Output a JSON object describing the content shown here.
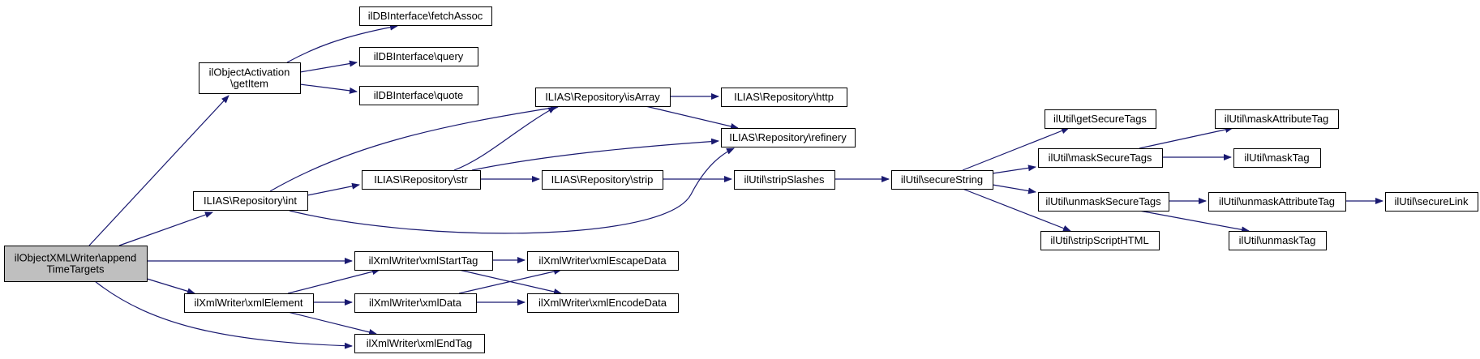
{
  "colors": {
    "edge": "#191970",
    "node_border": "#000000",
    "node_fill": "#ffffff",
    "root_fill": "#bfbfbf"
  },
  "nodes": {
    "root": [
      "ilObjectXMLWriter\\append",
      "TimeTargets"
    ],
    "getItem": [
      "ilObjectActivation",
      "\\getItem"
    ],
    "fetchAssoc": [
      "ilDBInterface\\fetchAssoc"
    ],
    "query": [
      "ilDBInterface\\query"
    ],
    "quote": [
      "ilDBInterface\\quote"
    ],
    "int": [
      "ILIAS\\Repository\\int"
    ],
    "isArray": [
      "ILIAS\\Repository\\isArray"
    ],
    "http": [
      "ILIAS\\Repository\\http"
    ],
    "refinery": [
      "ILIAS\\Repository\\refinery"
    ],
    "str": [
      "ILIAS\\Repository\\str"
    ],
    "strip": [
      "ILIAS\\Repository\\strip"
    ],
    "stripSlashes": [
      "ilUtil\\stripSlashes"
    ],
    "secureString": [
      "ilUtil\\secureString"
    ],
    "getSecureTags": [
      "ilUtil\\getSecureTags"
    ],
    "maskSecureTags": [
      "ilUtil\\maskSecureTags"
    ],
    "maskAttributeTag": [
      "ilUtil\\maskAttributeTag"
    ],
    "maskTag": [
      "ilUtil\\maskTag"
    ],
    "unmaskSecureTags": [
      "ilUtil\\unmaskSecureTags"
    ],
    "unmaskAttributeTag": [
      "ilUtil\\unmaskAttributeTag"
    ],
    "secureLink": [
      "ilUtil\\secureLink"
    ],
    "unmaskTag": [
      "ilUtil\\unmaskTag"
    ],
    "stripScriptHTML": [
      "ilUtil\\stripScriptHTML"
    ],
    "xmlElement": [
      "ilXmlWriter\\xmlElement"
    ],
    "xmlStartTag": [
      "ilXmlWriter\\xmlStartTag"
    ],
    "xmlEscapeData": [
      "ilXmlWriter\\xmlEscapeData"
    ],
    "xmlData": [
      "ilXmlWriter\\xmlData"
    ],
    "xmlEncodeData": [
      "ilXmlWriter\\xmlEncodeData"
    ],
    "xmlEndTag": [
      "ilXmlWriter\\xmlEndTag"
    ]
  }
}
